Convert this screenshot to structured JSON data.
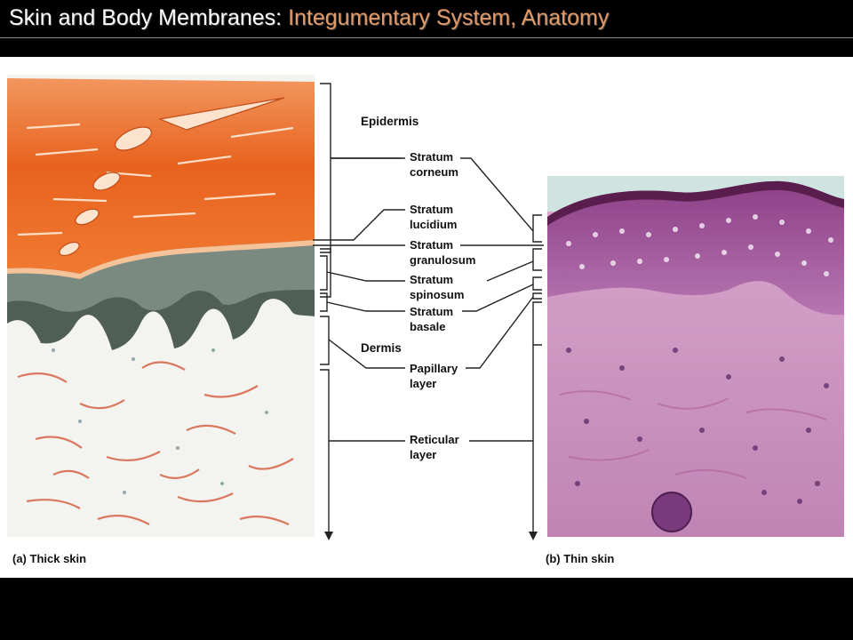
{
  "header": {
    "title_main": "Skin and Body Membranes: ",
    "title_accent": "Integumentary System, Anatomy"
  },
  "figure": {
    "epidermis_heading": "Epidermis",
    "dermis_heading": "Dermis",
    "labels": {
      "stratum_corneum": [
        "Stratum",
        "corneum"
      ],
      "stratum_lucidium": [
        "Stratum",
        "lucidium"
      ],
      "stratum_granulosum": [
        "Stratum",
        "granulosum"
      ],
      "stratum_spinosum": [
        "Stratum",
        "spinosum"
      ],
      "stratum_basale": [
        "Stratum",
        "basale"
      ],
      "papillary_layer": [
        "Papillary",
        "layer"
      ],
      "reticular_layer": [
        "Reticular",
        "layer"
      ]
    },
    "caption_a": "(a) Thick skin",
    "caption_b": "(b) Thin skin",
    "colors": {
      "thick_corneum": "#e8621e",
      "thick_basal": "#4f5f58",
      "thin_epidermis": "#a15fa0",
      "thin_dermis": "#c98fb9"
    }
  }
}
